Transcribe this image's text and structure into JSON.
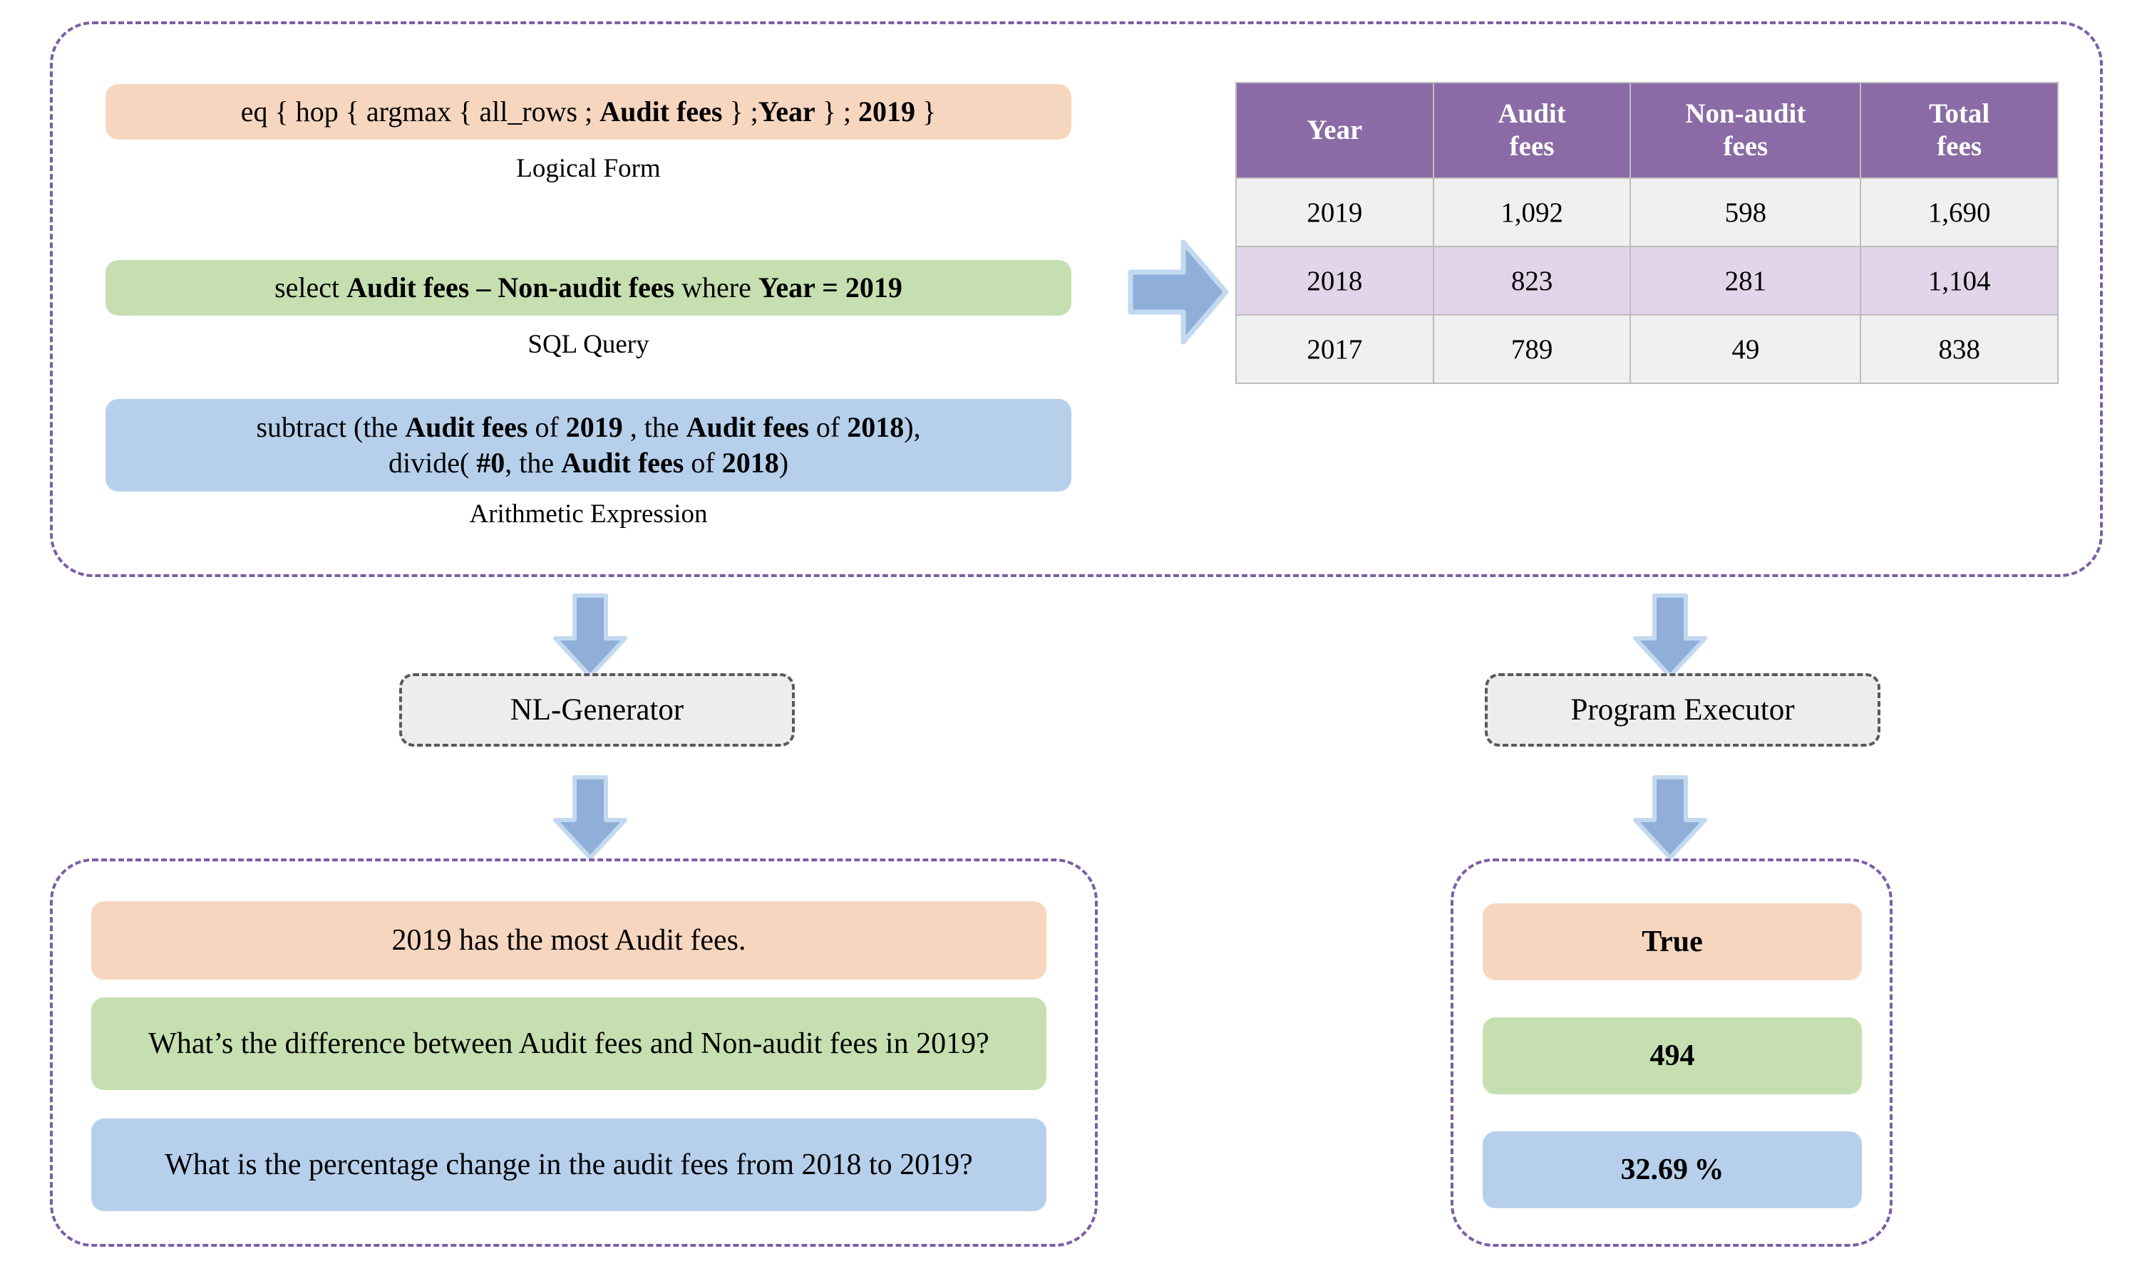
{
  "colors": {
    "panel_border": "#7B5EA7",
    "peach": "#F7D6C0",
    "green": "#C6DFB0",
    "blue": "#B6D0EC",
    "arrow_fill": "#8FAFD8",
    "arrow_stroke": "#C3D9F0",
    "table_header_bg": "#8B6BA5",
    "table_row_light": "#F0F0F0",
    "table_row_lavender": "#E3D5E9",
    "proc_box_bg": "#EDEDED",
    "proc_box_border": "#595959"
  },
  "top_left_panel": {
    "logical_form": {
      "parts": [
        {
          "text": "eq { hop { argmax { all_rows ; ",
          "bold": false
        },
        {
          "text": "Audit fees",
          "bold": true
        },
        {
          "text": " } ;",
          "bold": false
        },
        {
          "text": "Year",
          "bold": true
        },
        {
          "text": " } ; ",
          "bold": false
        },
        {
          "text": "2019",
          "bold": true
        },
        {
          "text": " }",
          "bold": false
        }
      ],
      "caption": "Logical Form"
    },
    "sql_query": {
      "parts": [
        {
          "text": "select ",
          "bold": false
        },
        {
          "text": "Audit fees – Non-audit fees",
          "bold": true
        },
        {
          "text": " where ",
          "bold": false
        },
        {
          "text": "Year = 2019",
          "bold": true
        }
      ],
      "caption": "SQL Query"
    },
    "arithmetic_expression": {
      "parts": [
        {
          "text": "subtract (the ",
          "bold": false
        },
        {
          "text": "Audit fees",
          "bold": true
        },
        {
          "text": " of ",
          "bold": false
        },
        {
          "text": "2019",
          "bold": true
        },
        {
          "text": " , the ",
          "bold": false
        },
        {
          "text": "Audit fees",
          "bold": true
        },
        {
          "text": " of ",
          "bold": false
        },
        {
          "text": "2018",
          "bold": true
        },
        {
          "text": "),\ndivide( ",
          "bold": false
        },
        {
          "text": "#0",
          "bold": true
        },
        {
          "text": ", the ",
          "bold": false
        },
        {
          "text": "Audit fees",
          "bold": true
        },
        {
          "text": " of ",
          "bold": false
        },
        {
          "text": "2018",
          "bold": true
        },
        {
          "text": ")",
          "bold": false
        }
      ],
      "caption": "Arithmetic Expression"
    }
  },
  "table": {
    "columns": [
      "Year",
      "Audit\nfees",
      "Non-audit\nfees",
      "Total\nfees"
    ],
    "rows": [
      [
        "2019",
        "1,092",
        "598",
        "1,690"
      ],
      [
        "2018",
        "823",
        "281",
        "1,104"
      ],
      [
        "2017",
        "789",
        "49",
        "838"
      ]
    ]
  },
  "process_boxes": {
    "nl_generator": "NL-Generator",
    "program_executor": "Program Executor"
  },
  "bottom_left_panel": {
    "statements": [
      {
        "text": "2019 has the most Audit fees.",
        "color": "peach"
      },
      {
        "text": "What’s the difference between Audit fees and Non-audit fees  in 2019?",
        "color": "green"
      },
      {
        "text": "What is the percentage change in the audit fees from 2018 to 2019?",
        "color": "blue"
      }
    ]
  },
  "bottom_right_panel": {
    "results": [
      {
        "text": "True",
        "color": "peach"
      },
      {
        "text": "494",
        "color": "green"
      },
      {
        "text": "32.69 %",
        "color": "blue"
      }
    ]
  },
  "arrows": {
    "panel_to_table": "arrow-right",
    "panel_to_nl_generator": "arrow-down",
    "nl_generator_to_output": "arrow-down",
    "table_to_program_executor": "arrow-down",
    "program_executor_to_output": "arrow-down"
  }
}
